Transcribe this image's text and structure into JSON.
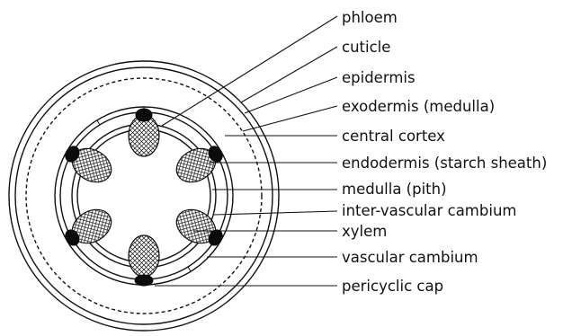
{
  "labels": {
    "phloem": "phloem",
    "cuticle": "cuticle",
    "epidermis": "epidermis",
    "exodermis": "exodermis (medulla)",
    "central_cortex": "central cortex",
    "endodermis": "endodermis (starch sheath)",
    "medulla": "medulla (pith)",
    "inter_vascular_cambium": "inter-vascular cambium",
    "xylem": "xylem",
    "vascular_cambium": "vascular cambium",
    "pericyclic_cap": "pericyclic cap"
  },
  "colors": {
    "line": "#111111",
    "phloem_fill": "#0b0b0b",
    "background": "#ffffff"
  }
}
